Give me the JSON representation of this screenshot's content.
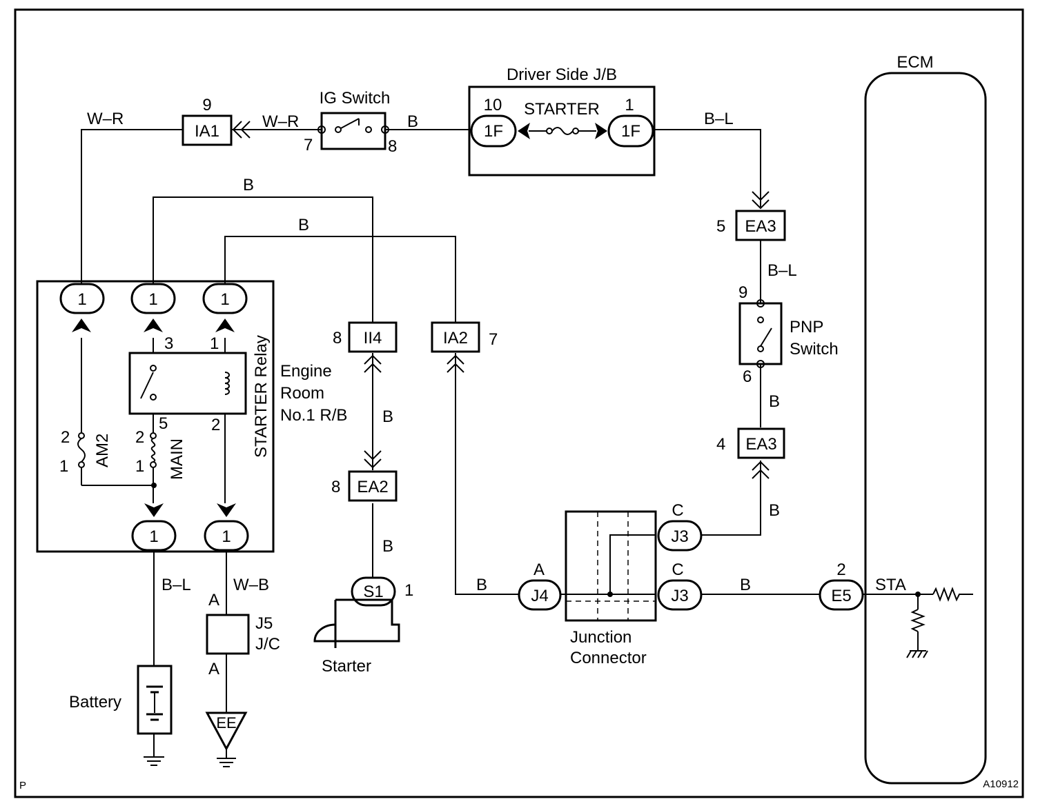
{
  "components": {
    "driver_jb": "Driver Side J/B",
    "starter_fuse": "STARTER",
    "ig_switch": "IG Switch",
    "ecm": "ECM",
    "pnp_line1": "PNP",
    "pnp_line2": "Switch",
    "engine_room_line1": "Engine",
    "engine_room_line2": "Room",
    "engine_room_line3": "No.1 R/B",
    "starter_relay": "STARTER Relay",
    "am2_fuse": "AM2",
    "main_fuse": "MAIN",
    "jc_line1": "J5",
    "jc_line2": "J/C",
    "battery": "Battery",
    "starter": "Starter",
    "junction_line1": "Junction",
    "junction_line2": "Connector",
    "ecm_signal": "STA"
  },
  "connectors": {
    "ia1": "IA1",
    "ia1_pin": "9",
    "jb_left": "1F",
    "jb_left_pin": "10",
    "jb_right": "1F",
    "jb_right_pin": "1",
    "ea3_top": "EA3",
    "ea3_top_pin": "5",
    "ea3_bot": "EA3",
    "ea3_bot_pin": "4",
    "ii4": "II4",
    "ii4_pin": "8",
    "ia2": "IA2",
    "ia2_pin": "7",
    "ea2": "EA2",
    "ea2_pin": "8",
    "s1": "S1",
    "s1_pin": "1",
    "j4": "J4",
    "j4_pin": "A",
    "j3_top": "J3",
    "j3_top_pin": "C",
    "j3_bot": "J3",
    "j3_bot_pin": "C",
    "e5": "E5",
    "e5_pin": "2",
    "rb_top_1": "1",
    "rb_top_2": "1",
    "rb_top_3": "1",
    "rb_bot_1": "1",
    "rb_bot_2": "1",
    "ee": "EE",
    "jc_pin_top": "A",
    "jc_pin_bot": "A"
  },
  "pins": {
    "ig_7": "7",
    "ig_8": "8",
    "pnp_9": "9",
    "pnp_6": "6",
    "relay_3": "3",
    "relay_1": "1",
    "relay_5": "5",
    "relay_2": "2",
    "am2_2": "2",
    "am2_1": "1",
    "main_2": "2",
    "main_1": "1"
  },
  "wires": {
    "w_ia1_left": "W–R",
    "w_ia1_right": "W–R",
    "w_ig_jb": "B",
    "w_jb_ea3": "B–L",
    "w_ea3_pnp": "B–L",
    "w_pnp_ea3": "B",
    "w_top_b1": "B",
    "w_top_b2": "B",
    "w_ii4_ea2": "B",
    "w_ea2_s1": "B",
    "w_ea3_j3": "B",
    "w_ia2_j4": "B",
    "w_j3_e5": "B",
    "w_battery": "B–L",
    "w_ground": "W–B"
  },
  "footer": {
    "left": "P",
    "right": "A10912"
  }
}
